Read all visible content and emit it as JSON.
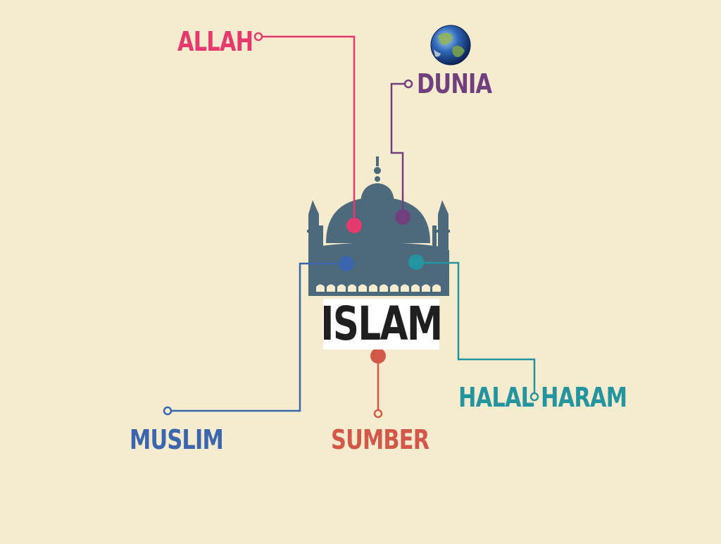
{
  "title": "ISLAM",
  "nodes": {
    "allah": {
      "label": "ALLAH",
      "color": "#e43a6d"
    },
    "dunia": {
      "label": "DUNIA",
      "color": "#6f3f7e"
    },
    "muslim": {
      "label": "MUSLIM",
      "color": "#3b66ae"
    },
    "sumber": {
      "label": "SUMBER",
      "color": "#d2594a"
    },
    "halal": {
      "label": "HALAL",
      "color": "#24959f"
    },
    "haram": {
      "label": "HARAM",
      "color": "#24959f"
    }
  },
  "colors": {
    "background": "#f5ebcf",
    "mosque": "#4d6a7c",
    "title": "#1f1f1f"
  },
  "icons": [
    "mosque-icon",
    "crescent-icon",
    "globe-icon"
  ]
}
